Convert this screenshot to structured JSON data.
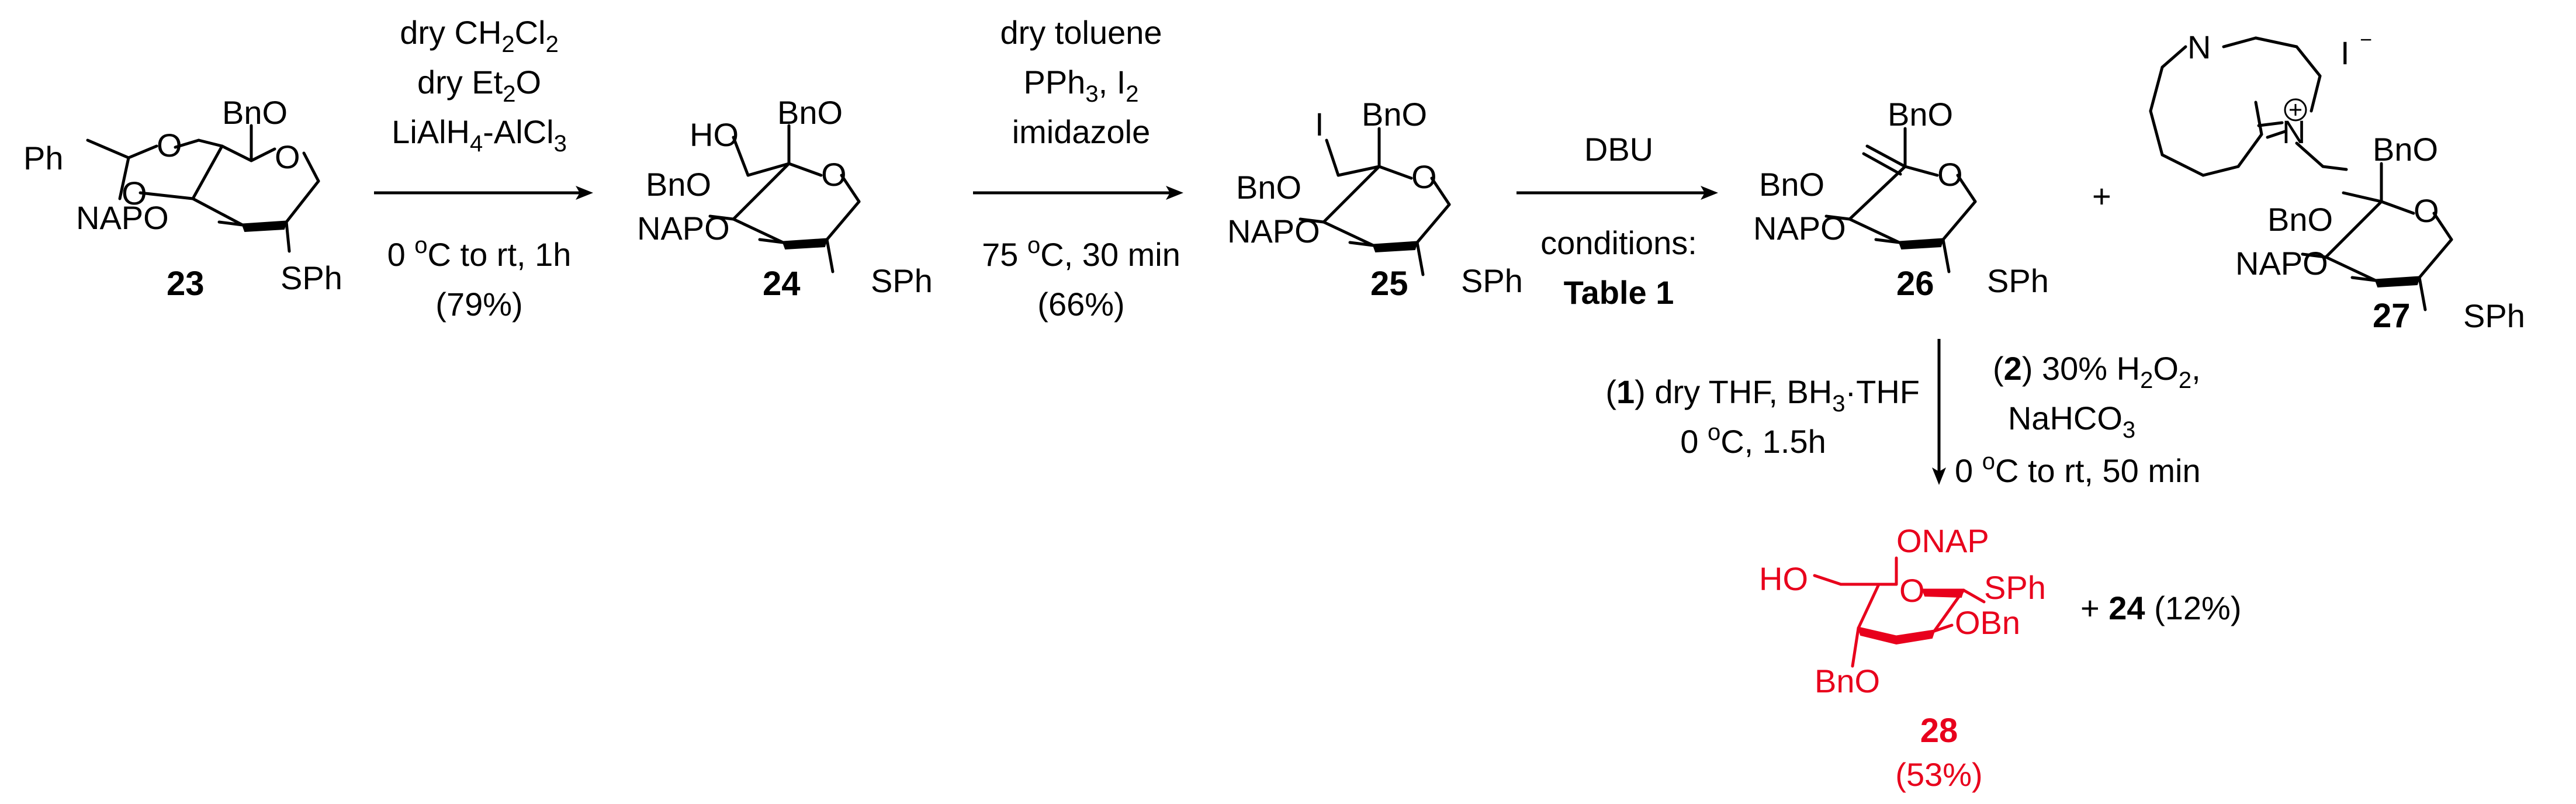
{
  "compounds": {
    "c23": {
      "number": "23",
      "substituents": [
        "Ph",
        "O",
        "O",
        "BnO",
        "O",
        "NAPO",
        "SPh"
      ]
    },
    "c24": {
      "number": "24",
      "substituents": [
        "HO",
        "BnO",
        "BnO",
        "O",
        "NAPO",
        "SPh"
      ]
    },
    "c25": {
      "number": "25",
      "substituents": [
        "I",
        "BnO",
        "BnO",
        "O",
        "NAPO",
        "SPh"
      ]
    },
    "c26": {
      "number": "26",
      "substituents": [
        "BnO",
        "BnO",
        "O",
        "NAPO",
        "SPh"
      ]
    },
    "c27": {
      "number": "27",
      "substituents": [
        "N",
        "I",
        "N",
        "BnO",
        "BnO",
        "O",
        "NAPO",
        "SPh"
      ]
    },
    "c28": {
      "number": "28",
      "yield": "(53%)",
      "substituents": [
        "ONAP",
        "HO",
        "O",
        "SPh",
        "OBn",
        "BnO"
      ]
    }
  },
  "step1": {
    "line1": "dry CH",
    "sub1": "2",
    "line1b": "Cl",
    "sub1b": "2",
    "line2": "dry Et",
    "sub2": "2",
    "line2b": "O",
    "line3a": "LiAlH",
    "sub3": "4",
    "line3b": "-AlCl",
    "sub3b": "3",
    "line4a": "0 ",
    "sup4": "o",
    "line4b": "C to rt, 1h",
    "yield": "(79%)"
  },
  "step2": {
    "line1": "dry toluene",
    "line2a": "PPh",
    "sub2": "3",
    "line2b": ", I",
    "sub2b": "2",
    "line3": "imidazole",
    "line4a": "75 ",
    "sup4": "o",
    "line4b": "C, 30 min",
    "yield": "(66%)"
  },
  "step3": {
    "reagent": "DBU",
    "line2": "conditions:",
    "line3": "Table 1"
  },
  "plus1": "+",
  "step4": {
    "left_a": "(",
    "left_num": "1",
    "left_b": ") dry THF, BH",
    "left_sub": "3",
    "left_c": "·THF",
    "left2a": "0 ",
    "left2sup": "o",
    "left2b": "C, 1.5h",
    "right_a": "(",
    "right_num": "2",
    "right_b": ") 30% H",
    "right_sub": "2",
    "right_c": "O",
    "right_sub2": "2",
    "right_d": ",",
    "right2a": "NaHCO",
    "right2sub": "3",
    "right3a": "0 ",
    "right3sup": "o",
    "right3b": "C to rt, 50 min"
  },
  "byproduct": {
    "plus": "+ ",
    "num": "24",
    "yield": " (12%)"
  },
  "colors": {
    "highlight": "#e8001c",
    "ink": "#000000"
  }
}
